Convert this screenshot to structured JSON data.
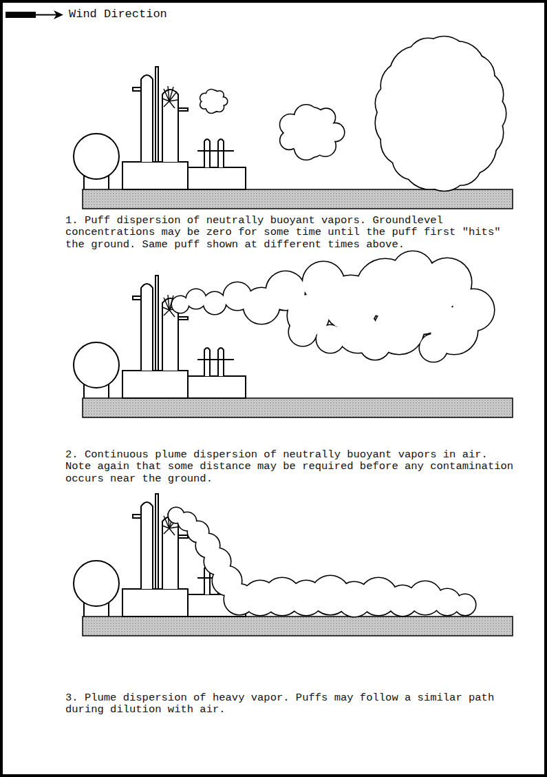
{
  "diagram": {
    "labels": [
      "Wind Direction",
      "1. Puff dispersion of neutrally buoyant vapors. Groundlevel concentrations may be zero for some time until the puff first \"hits\" the ground. Same puff shown at different times above.",
      "2. Continuous plume dispersion of neutrally buoyant vapors in air. Note again that some distance may be required before any contamination occurs near the ground.",
      "3. Plume dispersion of heavy vapor. Puffs may follow a similar path during dilution with air."
    ]
  }
}
